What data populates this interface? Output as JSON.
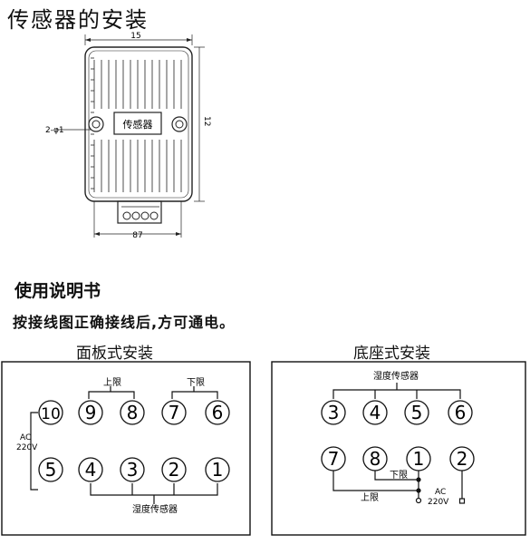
{
  "title": "传感器的安装",
  "drawing": {
    "dim_top": "15",
    "dim_right": "12",
    "dim_bottom": "87",
    "hole_label": "2-φ1",
    "device_label": "传感器"
  },
  "instructions": {
    "heading": "使用说明书",
    "text": "按接线图正确接线后,方可通电。"
  },
  "panel_mount": {
    "title": "面板式安装",
    "upper_limit": "上限",
    "lower_limit": "下限",
    "ac": "AC",
    "voltage": "220V",
    "sensor": "湿度传感器",
    "top_row": [
      "10",
      "9",
      "8",
      "7",
      "6"
    ],
    "bottom_row": [
      "5",
      "4",
      "3",
      "2",
      "1"
    ]
  },
  "base_mount": {
    "title": "底座式安装",
    "sensor": "湿度传感器",
    "lower_limit": "下限",
    "upper_limit": "上限",
    "ac": "AC",
    "voltage": "220V",
    "top_row": [
      "3",
      "4",
      "5",
      "6"
    ],
    "bottom_row": [
      "7",
      "8",
      "1",
      "2"
    ]
  }
}
